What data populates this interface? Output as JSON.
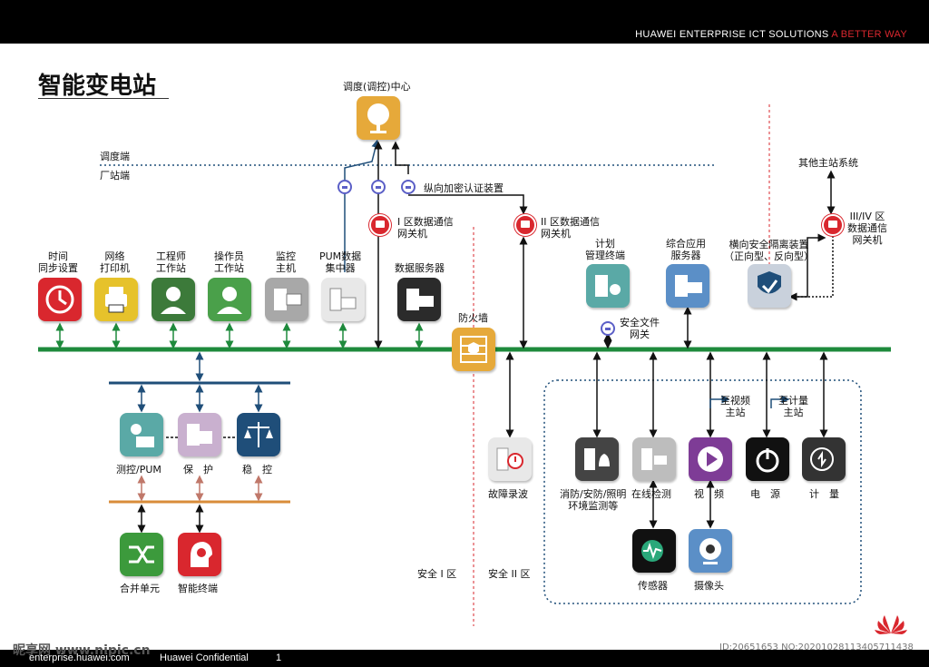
{
  "header": {
    "brand_main": "HUAWEI ENTERPRISE ICT SOLUTIONS",
    "brand_accent": "A BETTER WAY"
  },
  "footer": {
    "site": "enterprise.huawei.com",
    "confidential": "Huawei Confidential",
    "page": "1",
    "watermark_left": "昵享网 www.nipic.cn",
    "watermark_right": "ID:20651653 NO:20201028113405711438"
  },
  "title": "智能变电站",
  "zones": {
    "dispatch": "调度端",
    "plant": "厂站端",
    "zone1": "安全 I 区",
    "zone2": "安全 II 区"
  },
  "nodes": {
    "dispatch_center": "调度(调控)中心",
    "vertical_crypto": "纵向加密认证装置",
    "gw1": "I 区数据通信\n网关机",
    "gw2": "II 区数据通信\n网关机",
    "gw34": "III/IV 区\n数据通信\n网关机",
    "other_master": "其他主站系统",
    "time_sync": "时间\n同步设置",
    "printer": "网络\n打印机",
    "engineer": "工程师\n工作站",
    "operator": "操作员\n工作站",
    "monitor_host": "监控\n主机",
    "pum_concentrator": "PUM数据\n集中器",
    "data_server": "数据服务器",
    "firewall": "防火墙",
    "plan_terminal": "计划\n管理终端",
    "app_server": "综合应用\n服务器",
    "isolation": "横向安全隔离装置\n（正向型、反向型）",
    "file_gateway": "安全文件\n网关",
    "measure_pum": "测控/PUM",
    "protection": "保　护",
    "stability": "稳　控",
    "merge_unit": "合并单元",
    "smart_terminal": "智能终端",
    "fault_record": "故障录波",
    "fire_env": "消防/安防/照明\n环境监测等",
    "online_detect": "在线检测",
    "video": "视　频",
    "power": "电　源",
    "metering": "计　量",
    "sensor": "传感器",
    "camera": "摄像头",
    "to_video_master": "至视频\n主站",
    "to_meter_master": "至计量\n主站"
  },
  "colors": {
    "bus": "#1e8a3c",
    "red": "#d9272e",
    "gold": "#e6a93a",
    "navy": "#1f4e79",
    "orange": "#d98c3a"
  }
}
